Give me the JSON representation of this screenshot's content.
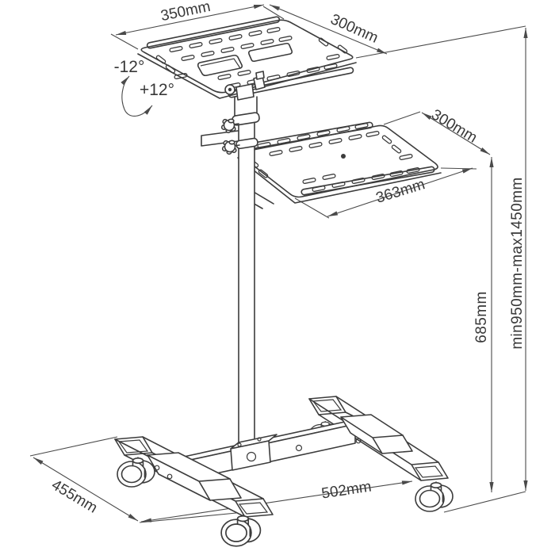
{
  "labels": {
    "top_width": "350mm",
    "top_depth": "300mm",
    "tilt_up": "-12°",
    "tilt_down": "+12°",
    "shelf_depth": "300mm",
    "shelf_width": "363mm",
    "column_height": "685mm",
    "height_range": "min950mm-max1450mm",
    "base_depth": "455mm",
    "base_width": "502mm"
  },
  "colors": {
    "line": "#3c3c3c",
    "dimension_line": "#4a4a4a",
    "text": "#383838",
    "background": "#ffffff"
  }
}
